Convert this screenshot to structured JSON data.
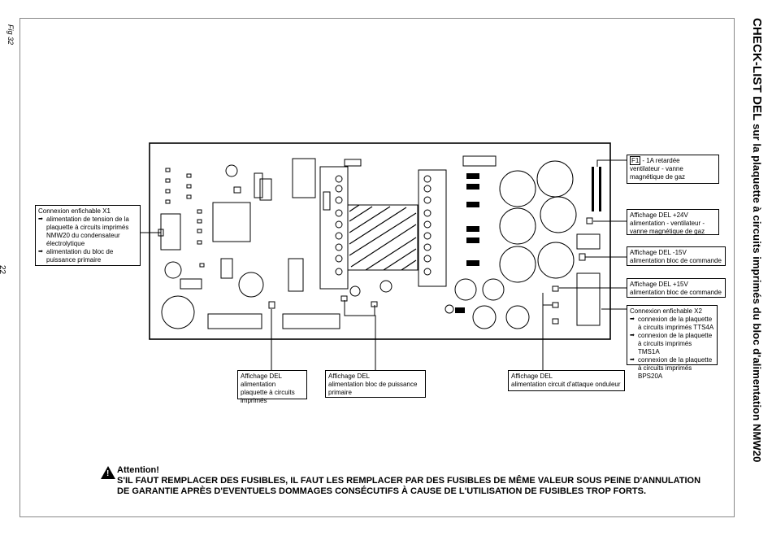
{
  "page": {
    "fig_label": "Fig 32",
    "page_number": "22",
    "title_bold": "CHECK-LIST DEL",
    "title_rest": " sur la plaquette à circuits imprimés du bloc d'alimentation NMW20"
  },
  "callouts": {
    "x1": {
      "title": "Connexion enfichable X1",
      "items": [
        "alimentation de tension de la plaquette à circuits imprimés NMW20 du condensateur électrolytique",
        "alimentation du bloc de puissance primaire"
      ]
    },
    "f1": {
      "tag": "F1",
      "text": "- 1A retardée",
      "line2": "ventilateur - vanne magnétique de gaz"
    },
    "del24": {
      "line1": "Affichage DEL +24V",
      "line2": "alimentation - ventilateur - vanne magnétique de gaz"
    },
    "del15n": {
      "line1": "Affichage DEL -15V",
      "line2": "alimentation bloc de commande"
    },
    "del15p": {
      "line1": "Affichage DEL +15V",
      "line2": "alimentation bloc de commande"
    },
    "x2": {
      "title": "Connexion enfichable X2",
      "items": [
        "connexion de la plaquette à circuits imprimés TTS4A",
        "connexion de la plaquette à circuits imprimés TMS1A",
        "connexion de la plaquette à circuits imprimés BPS20A"
      ]
    },
    "del_plaq": {
      "line1": "Affichage DEL",
      "line2": "alimentation plaquette à circuits imprimés"
    },
    "del_puis": {
      "line1": "Affichage DEL",
      "line2": "alimentation bloc de puissance primaire"
    },
    "del_ond": {
      "line1": "Affichage DEL",
      "line2": "alimentation circuit d'attaque onduleur"
    }
  },
  "warning": {
    "title": "Attention!",
    "line1": "S'IL FAUT REMPLACER DES FUSIBLES, IL FAUT LES REMPLACER PAR DES FUSIBLES DE MÊME VALEUR SOUS PEINE D'ANNULATION",
    "line2": "DE GARANTIE APRÈS D'EVENTUELS DOMMAGES CONSÉCUTIFS À CAUSE DE L'UTILISATION DE FUSIBLES TROP FORTS.",
    "icon": "warning-triangle-icon"
  }
}
